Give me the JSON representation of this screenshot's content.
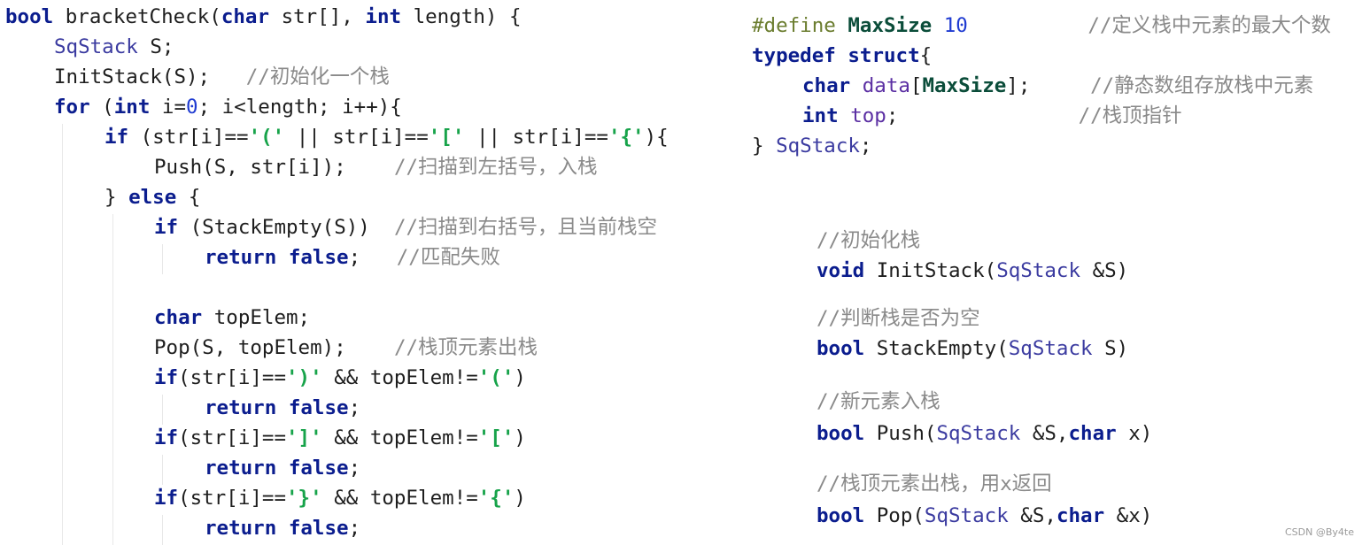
{
  "left_code": {
    "l1": {
      "t1": "bool",
      "t2": " bracketCheck(",
      "t3": "char",
      "t4": " str[], ",
      "t5": "int",
      "t6": " length) {"
    },
    "l2": {
      "t1": "SqStack",
      "t2": " S;"
    },
    "l3": {
      "t1": "InitStack(S);   ",
      "t2": "//初始化一个栈"
    },
    "l4": {
      "t1": "for",
      "t2": " (",
      "t3": "int",
      "t4": " i=",
      "t5": "0",
      "t6": "; i<length; i++){"
    },
    "l5": {
      "t1": "if",
      "t2": " (str[i]==",
      "t3": "'('",
      "t4": " || str[i]==",
      "t5": "'['",
      "t6": " || str[i]==",
      "t7": "'{'",
      "t8": "){"
    },
    "l6": {
      "t1": "Push(S, str[i]);    ",
      "t2": "//扫描到左括号，入栈"
    },
    "l7": {
      "t1": "} ",
      "t2": "else",
      "t3": " {"
    },
    "l8": {
      "t1": "if",
      "t2": " (StackEmpty(S))  ",
      "t3": "//扫描到右括号，且当前栈空"
    },
    "l9": {
      "t1": "return false",
      "t2": ";   ",
      "t3": "//匹配失败"
    },
    "l10": {
      "t1": "char",
      "t2": " topElem;"
    },
    "l11": {
      "t1": "Pop(S, topElem);    ",
      "t2": "//栈顶元素出栈"
    },
    "l12": {
      "t1": "if",
      "t2": "(str[i]==",
      "t3": "')'",
      "t4": " && topElem!=",
      "t5": "'('",
      "t6": ")"
    },
    "l13": {
      "t1": "return false",
      "t2": ";"
    },
    "l14": {
      "t1": "if",
      "t2": "(str[i]==",
      "t3": "']'",
      "t4": " && topElem!=",
      "t5": "'['",
      "t6": ")"
    },
    "l15": {
      "t1": "return false",
      "t2": ";"
    },
    "l16": {
      "t1": "if",
      "t2": "(str[i]==",
      "t3": "'}'",
      "t4": " && topElem!=",
      "t5": "'{'",
      "t6": ")"
    },
    "l17": {
      "t1": "return false",
      "t2": ";"
    }
  },
  "right_top": {
    "r1": {
      "t1": "#define ",
      "t2": "MaxSize",
      "t3": " ",
      "t4": "10",
      "t5": "          ",
      "t6": "//定义栈中元素的最大个数"
    },
    "r2": {
      "t1": "typedef struct",
      "t2": "{"
    },
    "r3": {
      "t1": "char",
      "t2": " ",
      "t3": "data",
      "t4": "[",
      "t5": "MaxSize",
      "t6": "];     ",
      "t7": "//静态数组存放栈中元素"
    },
    "r4": {
      "t1": "int",
      "t2": " ",
      "t3": "top",
      "t4": ";               ",
      "t5": "//栈顶指针"
    },
    "r5": {
      "t1": "} ",
      "t2": "SqStack",
      "t3": ";"
    }
  },
  "right_bottom": {
    "c1": "//初始化栈",
    "f1": {
      "t1": "void",
      "t2": " InitStack(",
      "t3": "SqStack",
      "t4": " &S)"
    },
    "c2": "//判断栈是否为空",
    "f2": {
      "t1": "bool",
      "t2": " StackEmpty(",
      "t3": "SqStack",
      "t4": " S)"
    },
    "c3": "//新元素入栈",
    "f3": {
      "t1": "bool",
      "t2": " Push(",
      "t3": "SqStack",
      "t4": " &S,",
      "t5": "char",
      "t6": " x)"
    },
    "c4": "//栈顶元素出栈，用x返回",
    "f4": {
      "t1": "bool",
      "t2": " Pop(",
      "t3": "SqStack",
      "t4": " &S,",
      "t5": "char",
      "t6": " &x)"
    }
  },
  "watermark": "CSDN @By4te",
  "colors": {
    "keyword": "#0b1d8e",
    "type": "#3b3ba0",
    "string": "#17a34a",
    "number": "#1f3bd1",
    "comment": "#8a8a8a",
    "preprocessor": "#6b7d2f",
    "macro": "#0b4d3a",
    "field": "#5b2fa3"
  }
}
